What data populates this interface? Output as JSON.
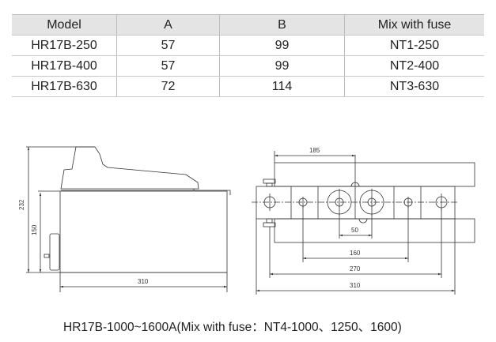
{
  "table": {
    "headers": [
      "Model",
      "A",
      "B",
      "Mix with fuse"
    ],
    "rows": [
      [
        "HR17B-250",
        "57",
        "99",
        "NT1-250"
      ],
      [
        "HR17B-400",
        "57",
        "99",
        "NT2-400"
      ],
      [
        "HR17B-630",
        "72",
        "114",
        "NT3-630"
      ]
    ]
  },
  "side_view": {
    "height_total": "232",
    "height_body": "150",
    "width": "310"
  },
  "front_view": {
    "dim_185": "185",
    "dim_50": "50",
    "dim_160": "160",
    "dim_270": "270",
    "dim_310": "310"
  },
  "caption": "HR17B-1000~1600A(Mix with fuse：NT4-1000、1250、1600)"
}
